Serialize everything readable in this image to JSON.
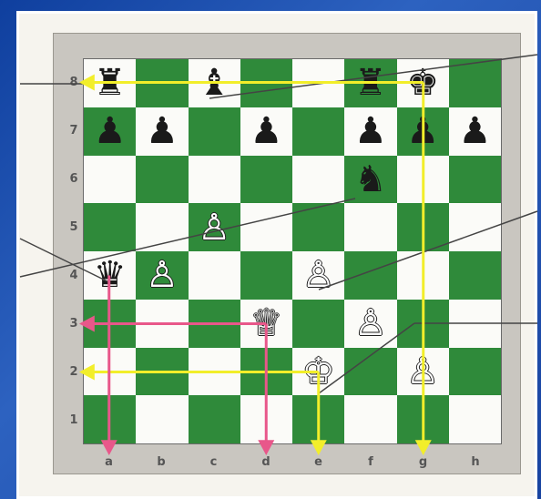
{
  "ranks": [
    "8",
    "7",
    "6",
    "5",
    "4",
    "3",
    "2",
    "1"
  ],
  "files": [
    "a",
    "b",
    "c",
    "d",
    "e",
    "f",
    "g",
    "h"
  ],
  "pieces": [
    {
      "square": "a8",
      "type": "rook",
      "color": "black",
      "glyph": "♜"
    },
    {
      "square": "c8",
      "type": "bishop",
      "color": "black",
      "glyph": "♝"
    },
    {
      "square": "f8",
      "type": "rook",
      "color": "black",
      "glyph": "♜"
    },
    {
      "square": "g8",
      "type": "king",
      "color": "black",
      "glyph": "♚"
    },
    {
      "square": "a7",
      "type": "pawn",
      "color": "black",
      "glyph": "♟"
    },
    {
      "square": "b7",
      "type": "pawn",
      "color": "black",
      "glyph": "♟"
    },
    {
      "square": "d7",
      "type": "pawn",
      "color": "black",
      "glyph": "♟"
    },
    {
      "square": "f7",
      "type": "pawn",
      "color": "black",
      "glyph": "♟"
    },
    {
      "square": "g7",
      "type": "pawn",
      "color": "black",
      "glyph": "♟"
    },
    {
      "square": "h7",
      "type": "pawn",
      "color": "black",
      "glyph": "♟"
    },
    {
      "square": "f6",
      "type": "knight",
      "color": "black",
      "glyph": "♞"
    },
    {
      "square": "c5",
      "type": "pawn",
      "color": "white",
      "glyph": "♙"
    },
    {
      "square": "a4",
      "type": "queen",
      "color": "black",
      "glyph": "♛"
    },
    {
      "square": "b4",
      "type": "pawn",
      "color": "white",
      "glyph": "♙"
    },
    {
      "square": "e4",
      "type": "pawn",
      "color": "white",
      "glyph": "♙"
    },
    {
      "square": "d3",
      "type": "queen",
      "color": "white",
      "glyph": "♕"
    },
    {
      "square": "f3",
      "type": "pawn",
      "color": "white",
      "glyph": "♙"
    },
    {
      "square": "e2",
      "type": "king",
      "color": "white",
      "glyph": "♔"
    },
    {
      "square": "g2",
      "type": "pawn",
      "color": "white",
      "glyph": "♙"
    }
  ],
  "arrows": [
    {
      "from": "g8",
      "to": "a8",
      "color": "#f2ee2a"
    },
    {
      "from": "g8",
      "to": "g1",
      "color": "#f2ee2a"
    },
    {
      "from": "e2",
      "to": "a2",
      "color": "#f2ee2a"
    },
    {
      "from": "e2",
      "to": "e1",
      "color": "#f2ee2a"
    },
    {
      "from": "a4",
      "to": "a1",
      "color": "#e8578a"
    },
    {
      "from": "d3",
      "to": "a3",
      "color": "#e8578a"
    },
    {
      "from": "d3",
      "to": "d1",
      "color": "#e8578a"
    }
  ],
  "colors": {
    "light_square": "#fbfbf8",
    "dark_square": "#2f8a3a",
    "yellow_arrow": "#f2ee2a",
    "pink_arrow": "#e8578a",
    "frame": "#1d4fa8"
  }
}
